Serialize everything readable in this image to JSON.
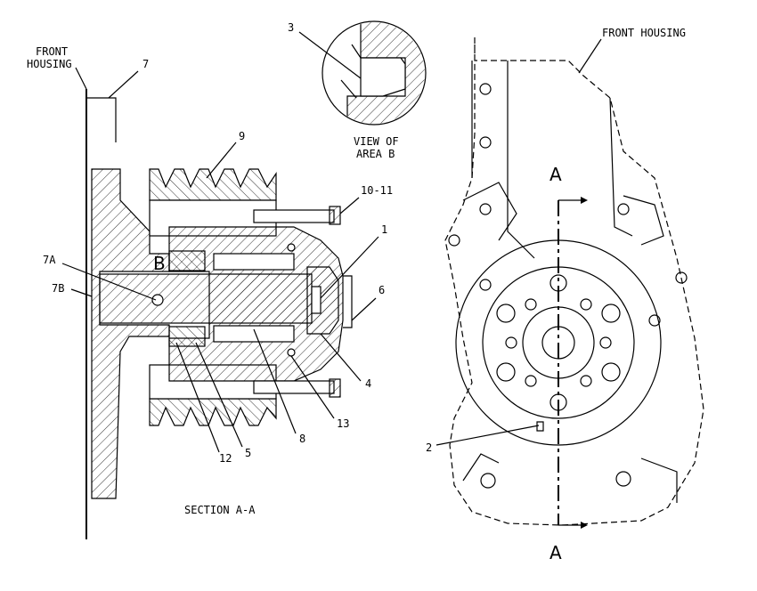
{
  "labels": {
    "front_housing_left_line1": "FRONT",
    "front_housing_left_line2": "HOUSING",
    "front_housing_right": "FRONT HOUSING",
    "view_line1": "VIEW OF",
    "view_line2": "AREA B",
    "section": "SECTION A-A",
    "area_b": "B",
    "section_a_top": "A",
    "section_a_bottom": "A"
  },
  "callouts": {
    "c1": "1",
    "c2": "2",
    "c3": "3",
    "c4": "4",
    "c5": "5",
    "c6": "6",
    "c7": "7",
    "c7a": "7A",
    "c7b": "7B",
    "c8": "8",
    "c9": "9",
    "c10_11": "10-11",
    "c12": "12",
    "c13": "13"
  }
}
